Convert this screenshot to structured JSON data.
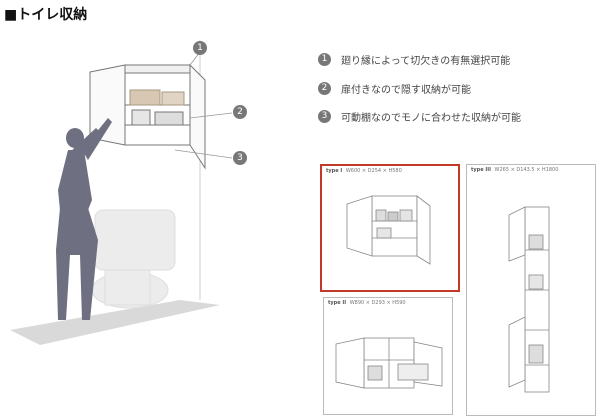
{
  "title": "■トイレ収納",
  "features": [
    {
      "num": "1",
      "text": "廻り縁によって切欠きの有無選択可能"
    },
    {
      "num": "2",
      "text": "扉付きなので隠す収納が可能"
    },
    {
      "num": "3",
      "text": "可動棚なのでモノに合わせた収納が可能"
    }
  ],
  "callouts": [
    "1",
    "2",
    "3"
  ],
  "types": [
    {
      "name": "type I",
      "dims": "W600 × D254 × H580",
      "selected": true
    },
    {
      "name": "type II",
      "dims": "W890 × D293 × H590",
      "selected": false
    },
    {
      "name": "type III",
      "dims": "W265 × D143.5 × H1800",
      "selected": false
    }
  ],
  "colors": {
    "accent": "#c0392b",
    "silhouette": "#6e6f80",
    "floor": "#d4d4d4",
    "badge": "#777777"
  }
}
